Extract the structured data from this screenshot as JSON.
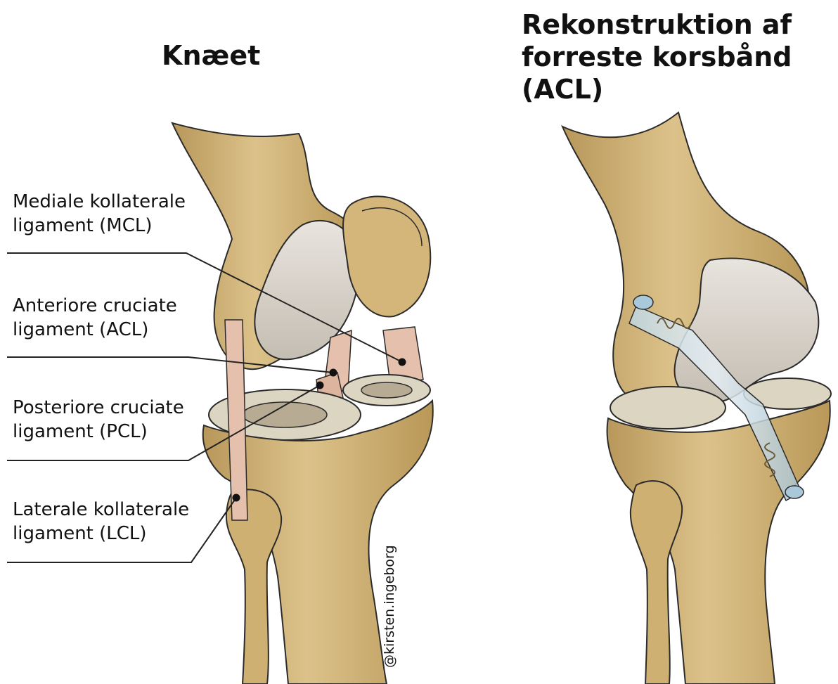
{
  "titles": {
    "left": "Knæet",
    "right_line1": "Rekonstruktion af",
    "right_line2": "forreste korsbånd (ACL)"
  },
  "labels": [
    {
      "line1": "Mediale kollaterale",
      "line2": "ligament (MCL)"
    },
    {
      "line1": "Anteriore cruciate",
      "line2": "ligament (ACL)"
    },
    {
      "line1": "Posteriore cruciate",
      "line2": "ligament (PCL)"
    },
    {
      "line1": "Laterale kollaterale",
      "line2": "ligament (LCL)"
    }
  ],
  "credit": "@kirsten.ingeborg",
  "colors": {
    "bone": "#d6b77a",
    "bone_shadow": "#b8975a",
    "cartilage": "#dcd7cf",
    "ligament": "#e5c1ad",
    "graft": "#c9dde8",
    "outline": "#2b2b2b",
    "leader": "#222222"
  }
}
